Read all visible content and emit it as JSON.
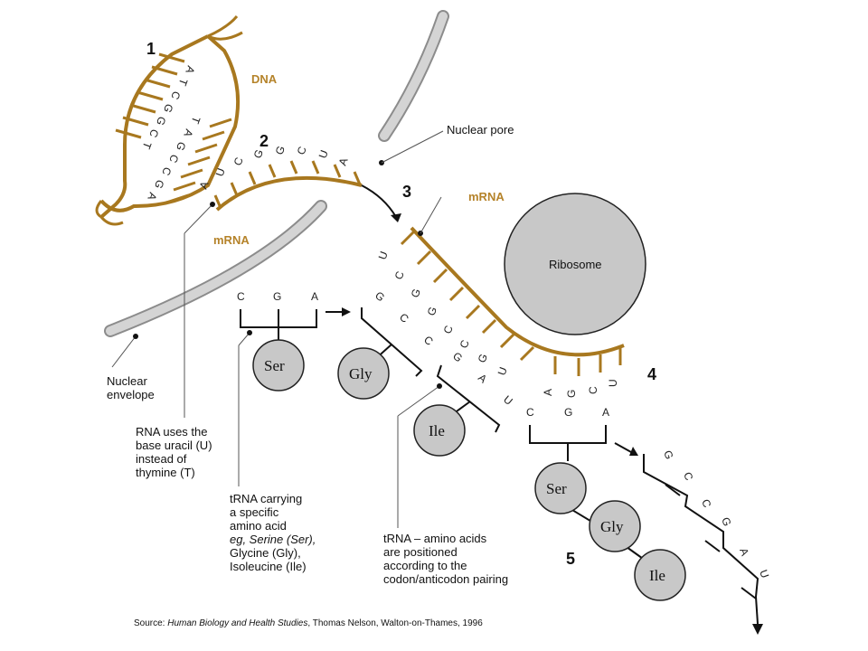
{
  "steps": {
    "one": "1",
    "two": "2",
    "three": "3",
    "four": "4",
    "five": "5"
  },
  "labels": {
    "dna": "DNA",
    "mrna_nucleus": "mRNA",
    "mrna_cytoplasm": "mRNA",
    "nuclear_pore": "Nuclear pore",
    "ribosome": "Ribosome",
    "nuclear_envelope": [
      "Nuclear",
      "envelope"
    ],
    "rna_uracil": [
      "RNA uses the",
      "base uracil (U)",
      "instead of",
      "thymine (T)"
    ],
    "trna_carrying": [
      "tRNA carrying",
      "a specific",
      "amino acid",
      "eg, Serine (Ser),",
      "Glycine (Gly),",
      "Isoleucine (Ile)"
    ],
    "trna_positioned": [
      "tRNA – amino acids",
      "are positioned",
      "according to the",
      "codon/anticodon pairing"
    ]
  },
  "dna_bases": {
    "left": [
      "A",
      "T",
      "C",
      "G",
      "G",
      "C",
      "T"
    ],
    "right": [
      "T",
      "A",
      "G",
      "C",
      "C",
      "G",
      "A"
    ]
  },
  "mrna_nucleus_bases": [
    "A",
    "U",
    "C",
    "G",
    "G",
    "C",
    "U",
    "A"
  ],
  "mrna_ribosome_bases": [
    "U",
    "C",
    "G",
    "G",
    "C",
    "C",
    "G",
    "U",
    "A",
    "G",
    "C",
    "U"
  ],
  "trna_free": {
    "anticodon": [
      "C",
      "G",
      "A"
    ],
    "amino": "Ser"
  },
  "trna_bound": [
    {
      "anticodon": [
        "G",
        "C",
        "C"
      ],
      "amino": "Gly"
    },
    {
      "anticodon": [
        "G",
        "A",
        "U"
      ],
      "amino": "Ile"
    }
  ],
  "trna_released": {
    "anticodon": [
      "C",
      "G",
      "A"
    ]
  },
  "chain": [
    "Ser",
    "Gly",
    "Ile"
  ],
  "leaving_bases": [
    "G",
    "C",
    "C",
    "G",
    "A",
    "U"
  ],
  "source": {
    "prefix": "Source: ",
    "title": "Human Biology and Health Studies",
    "suffix": ", Thomas Nelson, Walton-on-Thames, 1996"
  }
}
